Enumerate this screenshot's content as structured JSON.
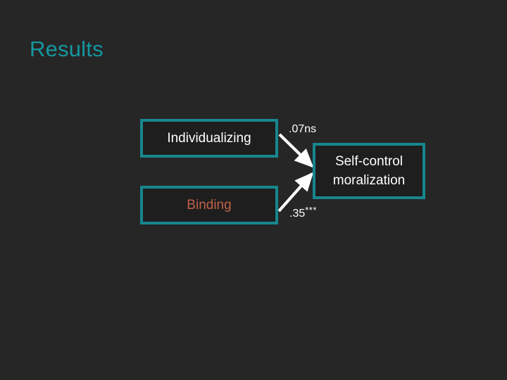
{
  "slide": {
    "title": "Results",
    "title_color": "#1597A0",
    "background_color": "#262626"
  },
  "diagram": {
    "type": "path-diagram",
    "node_border_color": "#17868E",
    "node_fill_color": "#1E1E1E",
    "arrow_color": "#FFFFFF",
    "nodes": [
      {
        "id": "individualizing",
        "label": "Individualizing",
        "text_color": "#FFFFFF",
        "role": "predictor"
      },
      {
        "id": "binding",
        "label": "Binding",
        "text_color": "#C0624A",
        "role": "predictor"
      },
      {
        "id": "self-control-moralization",
        "label": "Self-control\nmoralization",
        "text_color": "#FFFFFF",
        "role": "outcome"
      }
    ],
    "paths": [
      {
        "id": "individualizing-to-selfcontrol",
        "from": "individualizing",
        "to": "self-control-moralization",
        "coefficient": ".07",
        "significance": "ns",
        "significance_type": "text"
      },
      {
        "id": "binding-to-selfcontrol",
        "from": "binding",
        "to": "self-control-moralization",
        "coefficient": ".35",
        "significance": "***",
        "significance_type": "stars"
      }
    ]
  }
}
